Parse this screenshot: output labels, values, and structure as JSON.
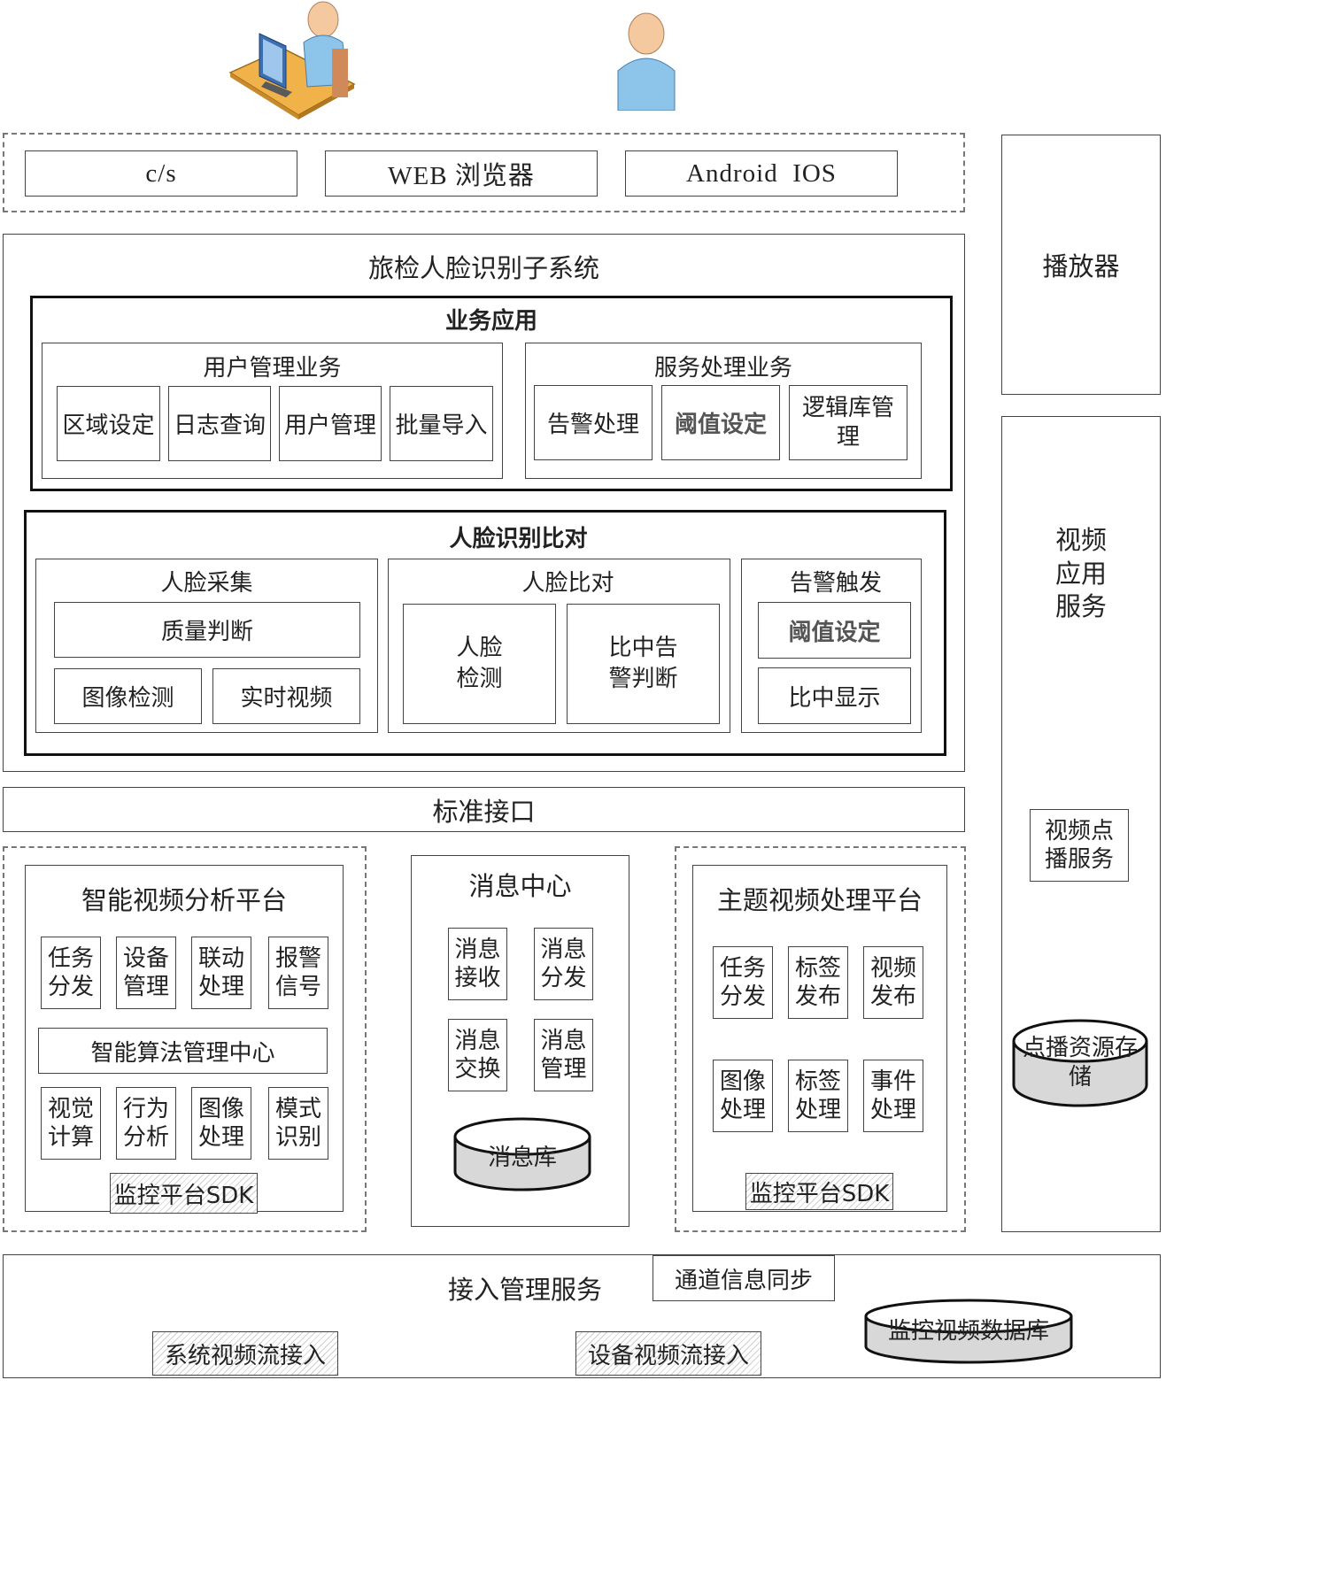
{
  "clients": {
    "cs": "c/s",
    "web": "WEB 浏览器",
    "mobile": "Android  IOS"
  },
  "side": {
    "player": "播放器",
    "video_app": "视频\n应用\n服务",
    "vod_service": "视频点\n播服务",
    "vod_storage": "点播资源存\n储"
  },
  "subsystem": {
    "title": "旅检人脸识别子系统",
    "business": {
      "title": "业务应用",
      "user_mgmt": {
        "title": "用户管理业务",
        "items": [
          "区域设定",
          "日志查询",
          "用户管理",
          "批量导入"
        ]
      },
      "service_proc": {
        "title": "服务处理业务",
        "items": [
          "告警处理",
          "阈值设定",
          "逻辑库管\n理"
        ]
      }
    },
    "face": {
      "title": "人脸识别比对",
      "capture": {
        "title": "人脸采集",
        "quality": "质量判断",
        "image_detect": "图像检测",
        "realtime": "实时视频"
      },
      "compare": {
        "title": "人脸比对",
        "detect": "人脸\n检测",
        "match_alarm": "比中告\n警判断"
      },
      "alarm": {
        "title": "告警触发",
        "threshold": "阈值设定",
        "display": "比中显示"
      }
    }
  },
  "std_interface": "标准接口",
  "intel_platform": {
    "title": "智能视频分析平台",
    "row1": [
      "任务\n分发",
      "设备\n管理",
      "联动\n处理",
      "报警\n信号"
    ],
    "algo_center": "智能算法管理中心",
    "row2": [
      "视觉\n计算",
      "行为\n分析",
      "图像\n处理",
      "模式\n识别"
    ],
    "sdk": "监控平台SDK"
  },
  "msg_center": {
    "title": "消息中心",
    "items": [
      "消息\n接收",
      "消息\n分发",
      "消息\n交换",
      "消息\n管理"
    ],
    "db": "消息库"
  },
  "theme_platform": {
    "title": "主题视频处理平台",
    "row1": [
      "任务\n分发",
      "标签\n发布",
      "视频\n发布"
    ],
    "row2": [
      "图像\n处理",
      "标签\n处理",
      "事件\n处理"
    ],
    "sdk": "监控平台SDK"
  },
  "access": {
    "title": "接入管理服务",
    "channel_sync": "通道信息同步",
    "monitor_db": "监控视频数据库",
    "sys_stream": "系统视频流接入",
    "dev_stream": "设备视频流接入"
  }
}
